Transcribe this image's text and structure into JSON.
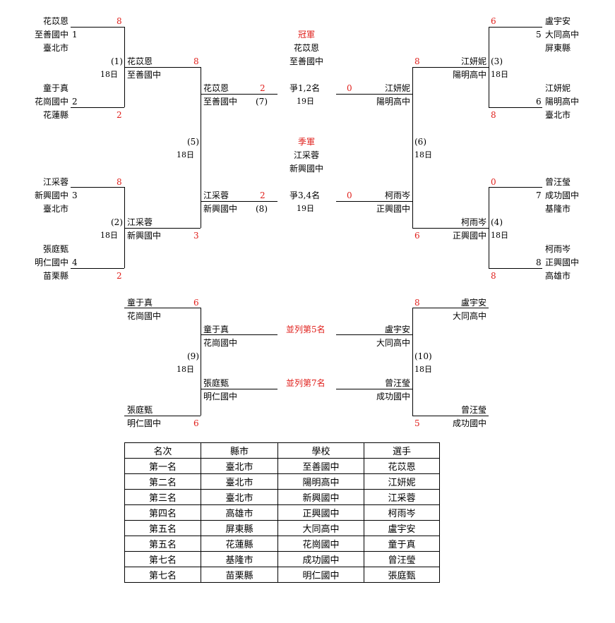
{
  "bracket": {
    "left": [
      {
        "name": "花苡恩",
        "school": "至善國中",
        "seed": "1",
        "city": "臺北市",
        "score": "8"
      },
      {
        "name": "童于真",
        "school": "花崗國中",
        "seed": "2",
        "city": "花蓮縣",
        "score": "2"
      },
      {
        "name": "江采蓉",
        "school": "新興國中",
        "seed": "3",
        "city": "臺北市",
        "score": "8"
      },
      {
        "name": "張庭甄",
        "school": "明仁國中",
        "seed": "4",
        "city": "苗栗縣",
        "score": "2"
      }
    ],
    "right": [
      {
        "name": "盧宇安",
        "school": "大同高中",
        "seed": "5",
        "city": "屏東縣",
        "score": "6"
      },
      {
        "name": "江妍妮",
        "school": "陽明高中",
        "seed": "6",
        "city": "臺北市",
        "score": "8"
      },
      {
        "name": "曾汪瑩",
        "school": "成功國中",
        "seed": "7",
        "city": "基隆市",
        "score": "0"
      },
      {
        "name": "柯雨岑",
        "school": "正興國中",
        "seed": "8",
        "city": "高雄市",
        "score": "8"
      }
    ],
    "matches": {
      "m1": {
        "no": "(1)",
        "day": "18日",
        "winner": "花苡恩",
        "school": "至善國中",
        "score": "8"
      },
      "m2": {
        "no": "(2)",
        "day": "18日",
        "winner": "江采蓉",
        "school": "新興國中",
        "score": "3"
      },
      "m3": {
        "no": "(3)",
        "day": "18日",
        "winner": "江妍妮",
        "school": "陽明高中",
        "score": "8"
      },
      "m4": {
        "no": "(4)",
        "day": "18日",
        "winner": "柯雨岑",
        "school": "正興國中",
        "score": "6"
      },
      "m5": {
        "no": "(5)",
        "day": "18日"
      },
      "m6": {
        "no": "(6)",
        "day": "18日"
      },
      "m7": {
        "no": "(7)",
        "label": "爭1,2名",
        "day": "19日",
        "left_name": "花苡恩",
        "left_school": "至善國中",
        "left_score": "2",
        "right_name": "江妍妮",
        "right_school": "陽明高中",
        "right_score": "0"
      },
      "m8": {
        "no": "(8)",
        "label": "爭3,4名",
        "day": "19日",
        "left_name": "江采蓉",
        "left_school": "新興國中",
        "left_score": "2",
        "right_name": "柯雨岑",
        "right_school": "正興國中",
        "right_score": "0"
      },
      "m9": {
        "no": "(9)",
        "day": "18日",
        "top_name": "童于真",
        "top_school": "花崗國中",
        "top_score": "6",
        "bottom_name": "張庭甄",
        "bottom_school": "明仁國中",
        "bottom_score": "6",
        "w1_name": "童于真",
        "w1_school": "花崗國中",
        "w2_name": "張庭甄",
        "w2_school": "明仁國中"
      },
      "m10": {
        "no": "(10)",
        "day": "18日",
        "top_name": "盧宇安",
        "top_school": "大同高中",
        "top_score": "8",
        "bottom_name": "曾汪瑩",
        "bottom_school": "成功國中",
        "bottom_score": "5",
        "w1_name": "盧宇安",
        "w1_school": "大同高中",
        "w2_name": "曾汪瑩",
        "w2_school": "成功國中"
      }
    },
    "champion": {
      "label": "冠軍",
      "name": "花苡恩",
      "school": "至善國中"
    },
    "third": {
      "label": "季軍",
      "name": "江采蓉",
      "school": "新興國中"
    },
    "tie5_label": "並列第5名",
    "tie7_label": "並列第7名"
  },
  "ranking": {
    "headers": [
      "名次",
      "縣市",
      "學校",
      "選手"
    ],
    "rows": [
      [
        "第一名",
        "臺北市",
        "至善國中",
        "花苡恩"
      ],
      [
        "第二名",
        "臺北市",
        "陽明高中",
        "江妍妮"
      ],
      [
        "第三名",
        "臺北市",
        "新興國中",
        "江采蓉"
      ],
      [
        "第四名",
        "高雄市",
        "正興國中",
        "柯雨岑"
      ],
      [
        "第五名",
        "屏東縣",
        "大同高中",
        "盧宇安"
      ],
      [
        "第五名",
        "花蓮縣",
        "花崗國中",
        "童于真"
      ],
      [
        "第七名",
        "基隆市",
        "成功國中",
        "曾汪瑩"
      ],
      [
        "第七名",
        "苗栗縣",
        "明仁國中",
        "張庭甄"
      ]
    ]
  },
  "colors": {
    "score": "#e0201c",
    "title": "#e0201c",
    "line": "#000000"
  }
}
